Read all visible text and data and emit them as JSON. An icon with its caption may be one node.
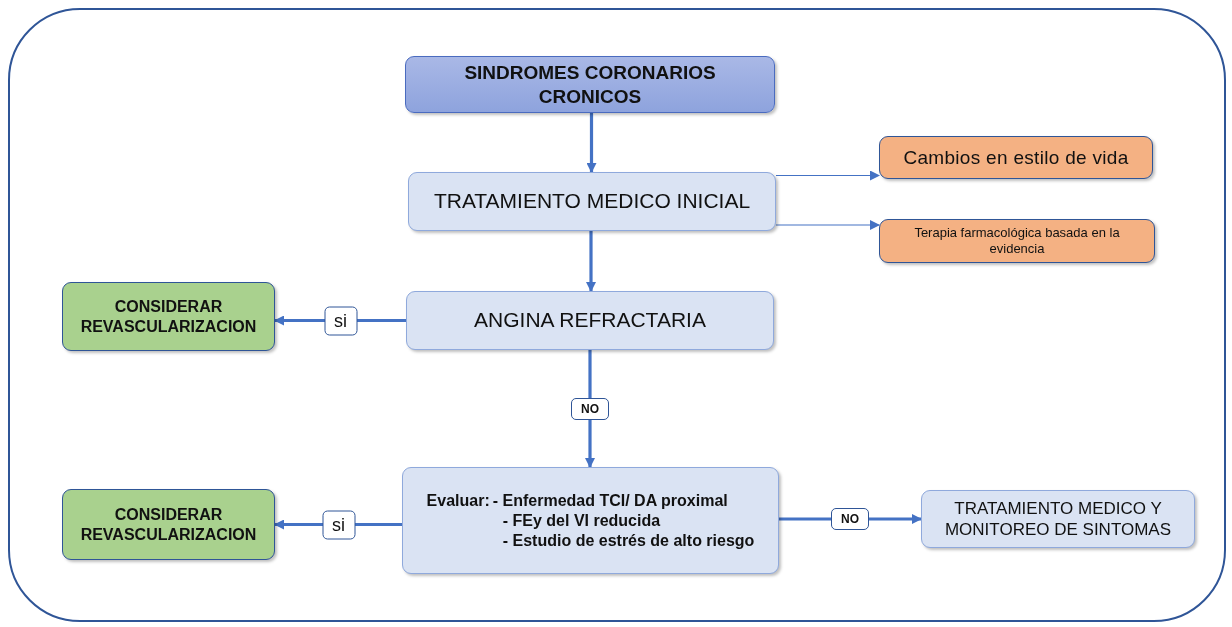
{
  "diagram": {
    "nodes": [
      {
        "text": [
          "SINDROMES CORONARIOS CRONICOS"
        ]
      },
      {
        "text": [
          "TRATAMIENTO MEDICO INICIAL"
        ]
      },
      {
        "text": [
          "Cambios en estilo de vida"
        ]
      },
      {
        "text": [
          "Terapia farmacológica basada en la evidencia"
        ]
      },
      {
        "text": [
          "CONSIDERAR REVASCULARIZACION"
        ]
      },
      {
        "text": [
          "ANGINA REFRACTARIA"
        ]
      },
      {
        "text": [
          "Evaluar:",
          "- Enfermedad TCI/ DA proximal",
          "- FEy del VI reducida",
          "- Estudio de estrés de alto riesgo"
        ]
      },
      {
        "text": [
          "CONSIDERAR REVASCULARIZACION"
        ]
      },
      {
        "text": [
          "TRATAMIENTO MEDICO Y MONITOREO DE SINTOMAS"
        ]
      }
    ],
    "edges": [
      {
        "from": 0,
        "to": 1,
        "arrow": "to"
      },
      {
        "from": 1,
        "to": 2,
        "arrow": "to"
      },
      {
        "from": 1,
        "to": 3,
        "arrow": "to"
      },
      {
        "from": 1,
        "to": 5,
        "arrow": "to"
      },
      {
        "from": 5,
        "to": 4,
        "arrow": "to",
        "label": "si"
      },
      {
        "from": 5,
        "to": 6,
        "arrow": "to",
        "label": "NO"
      },
      {
        "from": 6,
        "to": 7,
        "arrow": "to",
        "label": "si"
      },
      {
        "from": 6,
        "to": 8,
        "arrow": "to",
        "label": "NO"
      }
    ]
  }
}
